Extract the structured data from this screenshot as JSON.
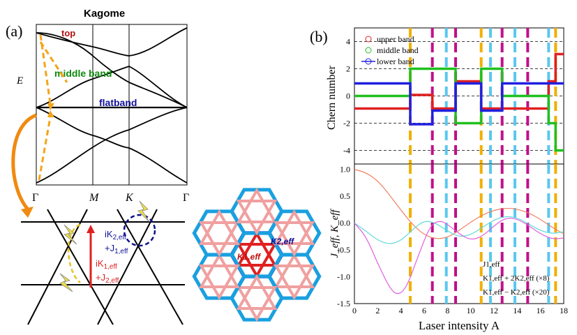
{
  "panel_a": {
    "label": "(a)",
    "title": "Kagome",
    "energy_axis": "E",
    "band_labels": {
      "top": "top",
      "middle": "middle band",
      "flat": "flatband"
    },
    "k_points": [
      "Γ",
      "M",
      "K",
      "Γ"
    ],
    "hopping": {
      "k2_main": "iK",
      "k2_sub": "2,eff",
      "j1_main": "+J",
      "j1_sub": "1,eff",
      "k1_main": "iK",
      "k1_sub": "1,eff",
      "j2_main": "+J",
      "j2_sub": "2,eff"
    },
    "lattice_labels": {
      "k1": "K1,eff",
      "k2": "K2,eff"
    },
    "colors": {
      "top": "#b01010",
      "middle": "#108a10",
      "flat": "#10109a",
      "arrow": "#f4a418",
      "lattice_blue": "#1aa0e0",
      "lattice_pink": "#f0a0a0"
    }
  },
  "panel_b": {
    "label": "(b)",
    "xlabel": "Laser intensity A",
    "top_ylabel": "Chern number",
    "bottom_ylabel": "J_eff, K_eff",
    "xticks": [
      "0",
      "2",
      "4",
      "6",
      "8",
      "10",
      "12",
      "14",
      "16",
      "18"
    ],
    "top_yticks": [
      "4",
      "2",
      "0",
      "-2",
      "-4"
    ],
    "bottom_yticks": [
      "1.0",
      "0.5",
      "0.0",
      "-0.5",
      "-1.0",
      "-1.5"
    ],
    "top_legend": [
      "upper band",
      "middle band",
      "lower band"
    ],
    "bottom_legend": {
      "j1": "J1,eff",
      "ksum": "K1,eff + 2K2,eff (×8)",
      "kdiff": "K1,eff − K2,eff (×20)"
    }
  },
  "chart_data": [
    {
      "type": "line",
      "title": "",
      "xlabel": "Laser intensity A",
      "ylabel": "Chern number",
      "xlim": [
        0,
        18
      ],
      "ylim": [
        -5,
        5
      ],
      "grid": "dashed lines at even integers",
      "legend": "top-left",
      "series": [
        {
          "name": "upper band",
          "color": "#e02020",
          "points": [
            [
              0,
              -1
            ],
            [
              4.8,
              -1
            ],
            [
              4.8,
              0
            ],
            [
              6.7,
              0
            ],
            [
              6.7,
              -1
            ],
            [
              8.7,
              -1
            ],
            [
              8.7,
              1
            ],
            [
              10.9,
              1
            ],
            [
              10.9,
              -1
            ],
            [
              12.7,
              -1
            ],
            [
              12.7,
              -1
            ],
            [
              14.9,
              -1
            ],
            [
              14.9,
              -1
            ],
            [
              16.7,
              -1
            ],
            [
              16.7,
              1
            ],
            [
              17.3,
              1
            ],
            [
              17.3,
              3
            ],
            [
              18,
              3
            ]
          ]
        },
        {
          "name": "middle band",
          "color": "#20c020",
          "points": [
            [
              0,
              0
            ],
            [
              4.8,
              0
            ],
            [
              4.8,
              2
            ],
            [
              6.7,
              2
            ],
            [
              6.7,
              2
            ],
            [
              8.7,
              2
            ],
            [
              8.7,
              -2
            ],
            [
              10.9,
              -2
            ],
            [
              10.9,
              2
            ],
            [
              12.7,
              2
            ],
            [
              12.7,
              0
            ],
            [
              14.9,
              0
            ],
            [
              14.9,
              0
            ],
            [
              16.7,
              0
            ],
            [
              16.7,
              -2
            ],
            [
              17.3,
              -2
            ],
            [
              17.3,
              -4
            ],
            [
              18,
              -4
            ]
          ]
        },
        {
          "name": "lower band",
          "color": "#2020e0",
          "points": [
            [
              0,
              1
            ],
            [
              4.8,
              1
            ],
            [
              4.8,
              -2
            ],
            [
              6.7,
              -2
            ],
            [
              6.7,
              -1
            ],
            [
              8.7,
              -1
            ],
            [
              8.7,
              1
            ],
            [
              10.9,
              1
            ],
            [
              10.9,
              -1
            ],
            [
              12.7,
              -1
            ],
            [
              12.7,
              1
            ],
            [
              14.9,
              1
            ],
            [
              14.9,
              1
            ],
            [
              16.7,
              1
            ],
            [
              16.7,
              1
            ],
            [
              17.3,
              1
            ],
            [
              17.3,
              1
            ],
            [
              18,
              1
            ]
          ]
        }
      ],
      "vertical_markers": [
        {
          "x": 4.8,
          "color": "#f0b000"
        },
        {
          "x": 6.7,
          "color": "#c0108a"
        },
        {
          "x": 7.9,
          "color": "#5ac8ef"
        },
        {
          "x": 8.7,
          "color": "#c0108a"
        },
        {
          "x": 10.9,
          "color": "#f0b000"
        },
        {
          "x": 11.7,
          "color": "#5ac8ef"
        },
        {
          "x": 12.7,
          "color": "#c0108a"
        },
        {
          "x": 13.8,
          "color": "#5ac8ef"
        },
        {
          "x": 14.9,
          "color": "#c0108a"
        },
        {
          "x": 16.7,
          "color": "#5ac8ef"
        },
        {
          "x": 17.3,
          "color": "#f0b000"
        }
      ]
    },
    {
      "type": "line",
      "title": "",
      "xlabel": "Laser intensity A",
      "ylabel": "J_eff, K_eff",
      "xlim": [
        0,
        18
      ],
      "ylim": [
        -1.5,
        1.1
      ],
      "legend": "bottom-right",
      "series": [
        {
          "name": "J1,eff",
          "color": "#f08060",
          "points": [
            [
              0,
              1.0
            ],
            [
              1,
              0.94
            ],
            [
              2,
              0.79
            ],
            [
              3,
              0.53
            ],
            [
              4,
              0.24
            ],
            [
              5,
              -0.03
            ],
            [
              6,
              -0.22
            ],
            [
              7,
              -0.3
            ],
            [
              8,
              -0.27
            ],
            [
              9,
              -0.14
            ],
            [
              10,
              0.02
            ],
            [
              11,
              0.15
            ],
            [
              12,
              0.24
            ],
            [
              13,
              0.28
            ],
            [
              14,
              0.26
            ],
            [
              15,
              0.19
            ],
            [
              16,
              0.07
            ],
            [
              17,
              -0.08
            ],
            [
              18,
              -0.2
            ]
          ]
        },
        {
          "name": "K1,eff + 2K2,eff (×8)",
          "color": "#60d8d8",
          "points": [
            [
              0,
              0.0
            ],
            [
              1,
              -0.15
            ],
            [
              2,
              -0.32
            ],
            [
              3,
              -0.4
            ],
            [
              4,
              -0.33
            ],
            [
              5,
              -0.12
            ],
            [
              6,
              0.05
            ],
            [
              7,
              0.0
            ],
            [
              8,
              -0.15
            ],
            [
              9,
              -0.26
            ],
            [
              10,
              -0.22
            ],
            [
              11,
              -0.08
            ],
            [
              12,
              0.06
            ],
            [
              13,
              0.13
            ],
            [
              14,
              0.1
            ],
            [
              15,
              -0.02
            ],
            [
              16,
              -0.14
            ],
            [
              17,
              -0.2
            ],
            [
              18,
              -0.16
            ]
          ]
        },
        {
          "name": "K1,eff − K2,eff (×20)",
          "color": "#e060e0",
          "points": [
            [
              0,
              0.0
            ],
            [
              1,
              -0.25
            ],
            [
              2,
              -0.75
            ],
            [
              3,
              -1.2
            ],
            [
              3.7,
              -1.35
            ],
            [
              4.5,
              -1.2
            ],
            [
              5.5,
              -0.6
            ],
            [
              6.5,
              -0.05
            ],
            [
              7.3,
              0.05
            ],
            [
              8,
              -0.02
            ],
            [
              9,
              -0.2
            ],
            [
              10,
              -0.32
            ],
            [
              11,
              -0.25
            ],
            [
              12,
              -0.05
            ],
            [
              13,
              0.1
            ],
            [
              14,
              0.08
            ],
            [
              15,
              -0.05
            ],
            [
              16,
              -0.2
            ],
            [
              17,
              -0.3
            ],
            [
              18,
              -0.28
            ]
          ]
        }
      ]
    }
  ]
}
